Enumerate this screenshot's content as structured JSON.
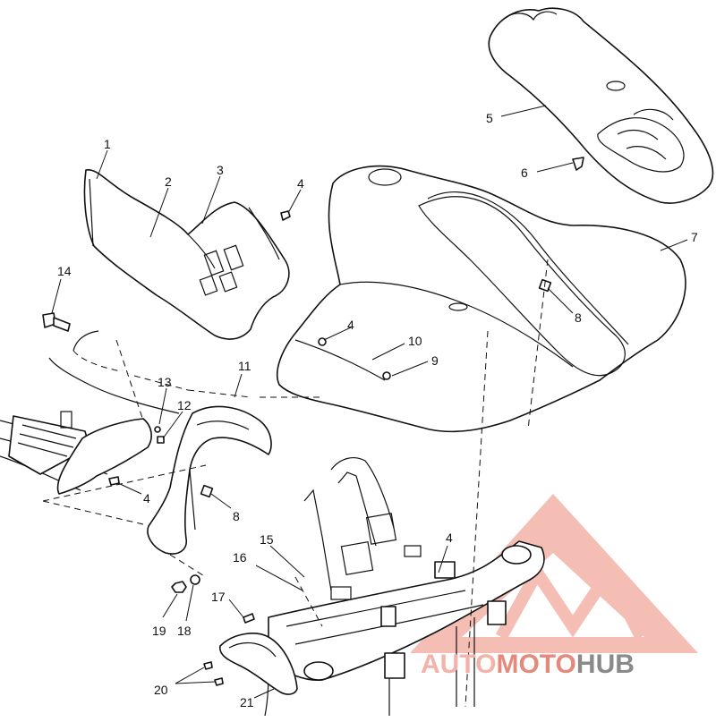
{
  "diagram": {
    "callouts": {
      "c1": "1",
      "c2": "2",
      "c3": "3",
      "c4a": "4",
      "c5": "5",
      "c6": "6",
      "c7": "7",
      "c8a": "8",
      "c4b": "4",
      "c10": "10",
      "c9": "9",
      "c14": "14",
      "c11": "11",
      "c13": "13",
      "c12": "12",
      "c4c": "4",
      "c8b": "8",
      "c15": "15",
      "c16": "16",
      "c4d": "4",
      "c17": "17",
      "c19": "19",
      "c18": "18",
      "c20": "20",
      "c21": "21"
    }
  },
  "watermark": {
    "part1": "AUTO",
    "part2": "MOTO",
    "part3": "HUB",
    "color_accent": "#f3b3a8",
    "color_mid": "#e48a7c",
    "color_dark": "#8a8a8a"
  }
}
